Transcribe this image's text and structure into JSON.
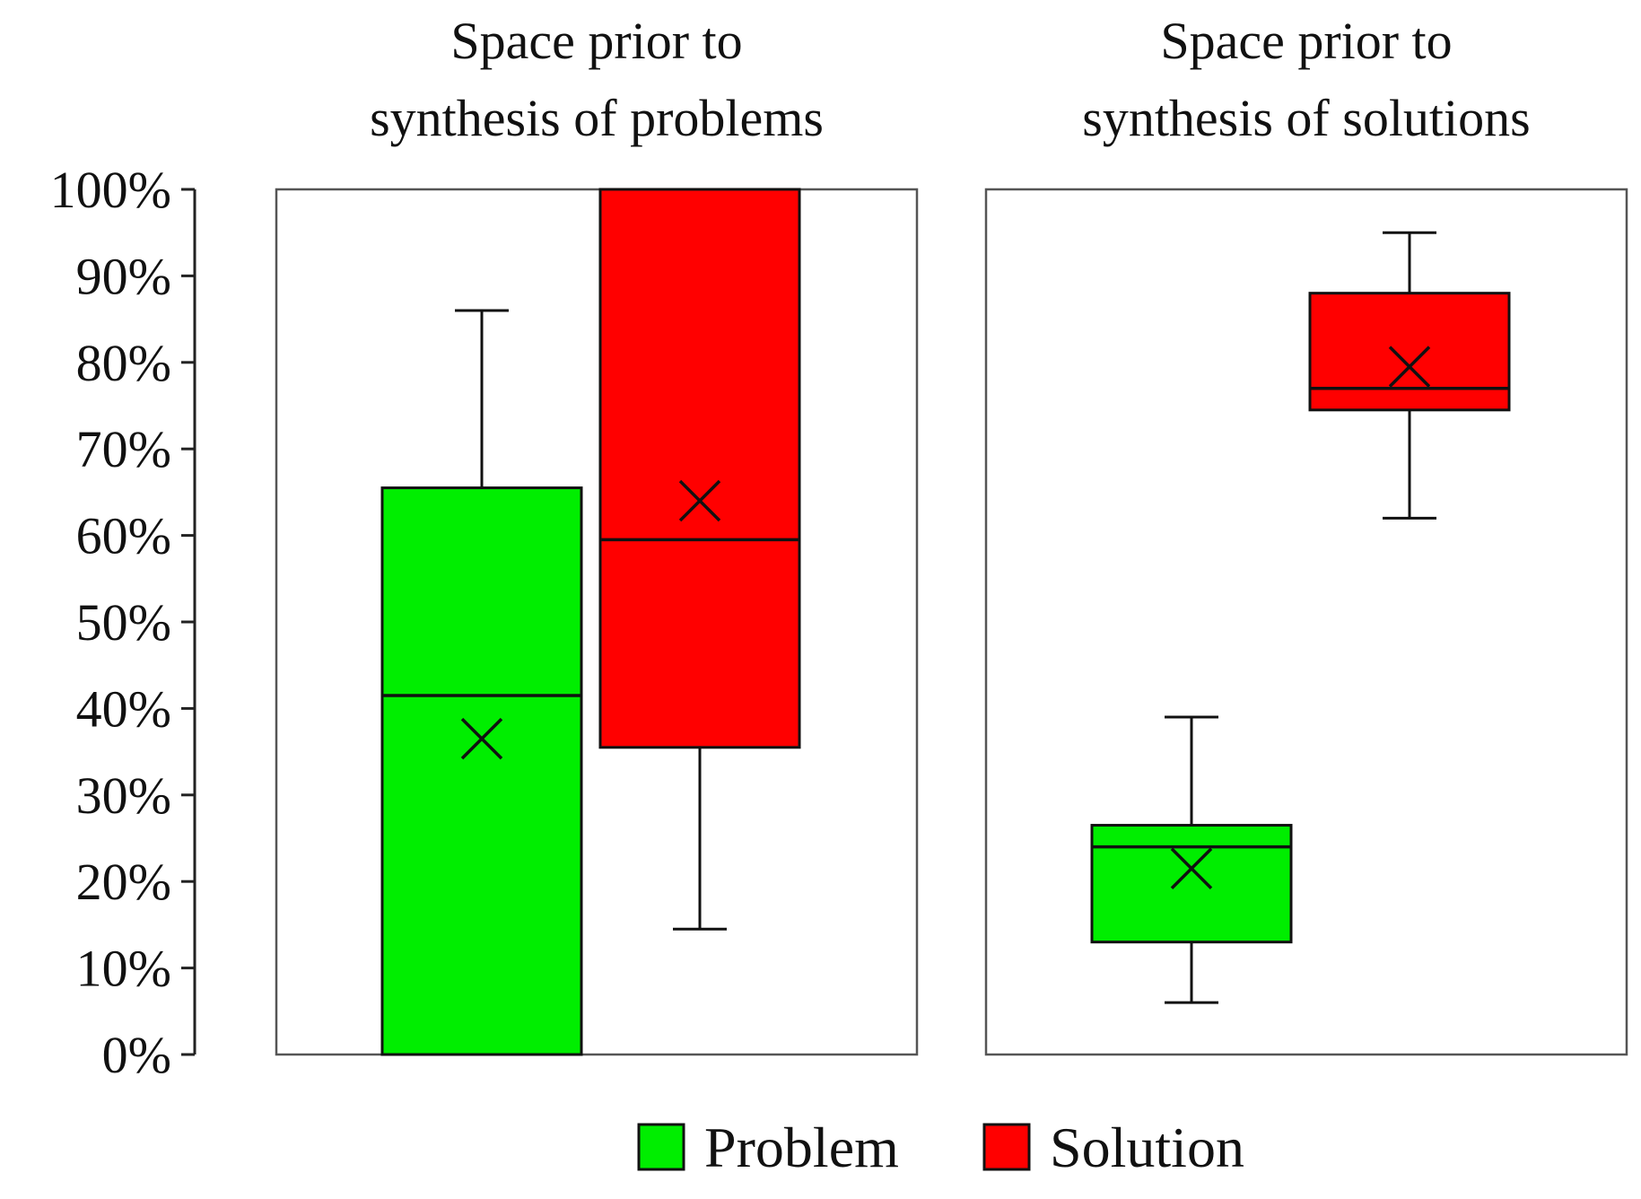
{
  "chart_data": {
    "type": "box",
    "y_axis": {
      "ylim": [
        0,
        100
      ],
      "unit": "%",
      "ticks": [
        {
          "value": 100,
          "label": "100%"
        },
        {
          "value": 90,
          "label": "90%"
        },
        {
          "value": 80,
          "label": "80%"
        },
        {
          "value": 70,
          "label": "70%"
        },
        {
          "value": 60,
          "label": "60%"
        },
        {
          "value": 50,
          "label": "50%"
        },
        {
          "value": 40,
          "label": "40%"
        },
        {
          "value": 30,
          "label": "30%"
        },
        {
          "value": 20,
          "label": "20%"
        },
        {
          "value": 10,
          "label": "10%"
        },
        {
          "value": 0,
          "label": "0%"
        }
      ]
    },
    "legend": {
      "placement": "bottom",
      "items": [
        {
          "key": "problem",
          "label": "Problem",
          "color": "#00ee00"
        },
        {
          "key": "solution",
          "label": "Solution",
          "color": "#ff0000"
        }
      ]
    },
    "panels": [
      {
        "title_lines": [
          "Space prior to",
          "synthesis of problems"
        ],
        "boxes": [
          {
            "series": "problem",
            "whisker_low": 0,
            "q1": 0,
            "median": 41.5,
            "q3": 65.5,
            "whisker_high": 86,
            "mean": 36.5
          },
          {
            "series": "solution",
            "whisker_low": 14.5,
            "q1": 35.5,
            "median": 59.5,
            "q3": 100,
            "whisker_high": 100,
            "mean": 64
          }
        ]
      },
      {
        "title_lines": [
          "Space prior to",
          "synthesis of solutions"
        ],
        "boxes": [
          {
            "series": "problem",
            "whisker_low": 6,
            "q1": 13,
            "median": 24,
            "q3": 26.5,
            "whisker_high": 39,
            "mean": 21.5
          },
          {
            "series": "solution",
            "whisker_low": 62,
            "q1": 74.5,
            "median": 77,
            "q3": 88,
            "whisker_high": 95,
            "mean": 79.5
          }
        ]
      }
    ]
  }
}
